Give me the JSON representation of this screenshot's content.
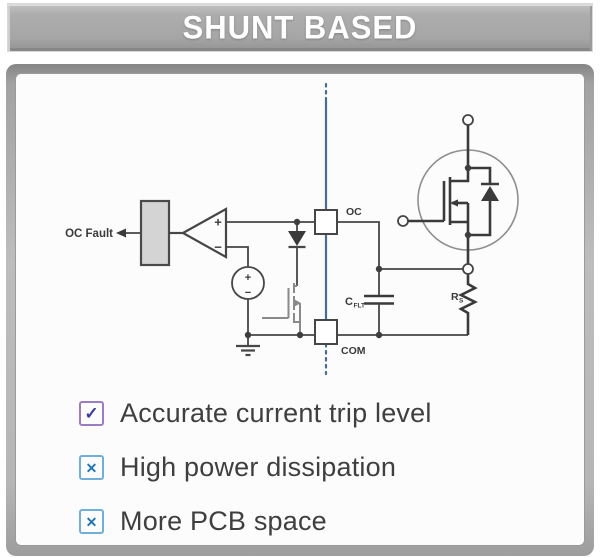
{
  "header": {
    "title": "SHUNT BASED"
  },
  "diagram": {
    "labels": {
      "oc_fault": "OC Fault",
      "oc_pin": "OC",
      "com_pin": "COM",
      "cap": "C",
      "cap_sub": "FLT",
      "res": "R",
      "res_sub": "S",
      "plus": "+",
      "minus": "−"
    },
    "colors": {
      "wire": "#464646",
      "isolation_line": "#4a6b92",
      "block_fill": "#d4d4d4",
      "mosfet_circle": "#8f8f8f"
    }
  },
  "icons": {
    "check": "✓",
    "cross": "✕"
  },
  "bullets": [
    {
      "type": "pro",
      "label": "Accurate current trip level"
    },
    {
      "type": "con",
      "label": "High power dissipation"
    },
    {
      "type": "con",
      "label": "More PCB space"
    }
  ],
  "colors": {
    "header_gray": "#a7a7a7",
    "check_border": "#9c7cc2",
    "check_mark": "#3c3c9e",
    "cross_border": "#70b0d8",
    "cross_mark": "#2176b5",
    "text": "#3f3f3f"
  }
}
